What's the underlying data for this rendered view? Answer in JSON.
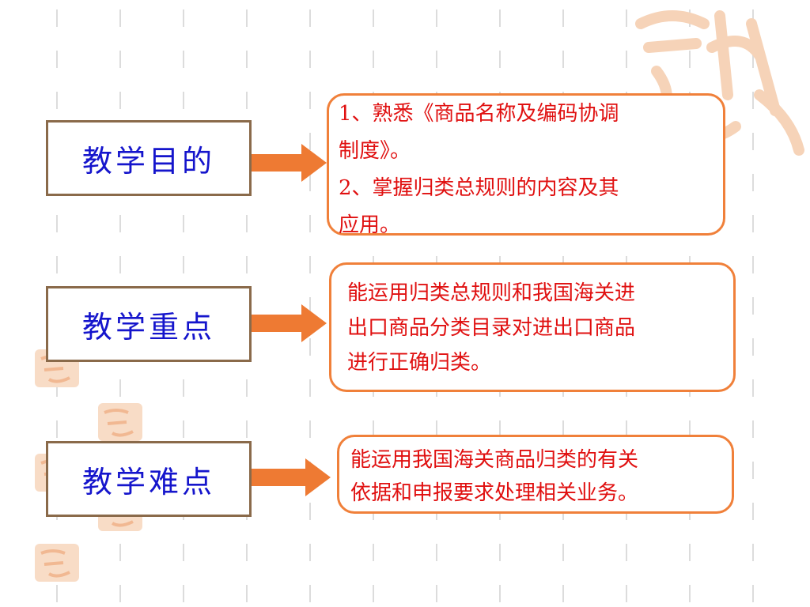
{
  "colors": {
    "label_text": "#1515cc",
    "label_border": "#8a6a4a",
    "content_text": "#e01010",
    "content_border": "#f0803a",
    "arrow": "#ee7a33",
    "seal": "#f6d3b8"
  },
  "rows": [
    {
      "label": "教学目的",
      "lines": [
        "1、熟悉《商品名称及编码协调",
        "制度》。",
        "2、掌握归类总规则的内容及其",
        "应用。"
      ]
    },
    {
      "label": "教学重点",
      "lines": [
        "能运用归类总规则和我国海关进",
        "出口商品分类目录对进出口商品",
        "进行正确归类。"
      ]
    },
    {
      "label": "教学难点",
      "lines": [
        "能运用我国海关商品归类的有关",
        "依据和申报要求处理相关业务。"
      ]
    }
  ],
  "decor": {
    "seal_icon": "chinese-auspicious-seal-icon"
  }
}
